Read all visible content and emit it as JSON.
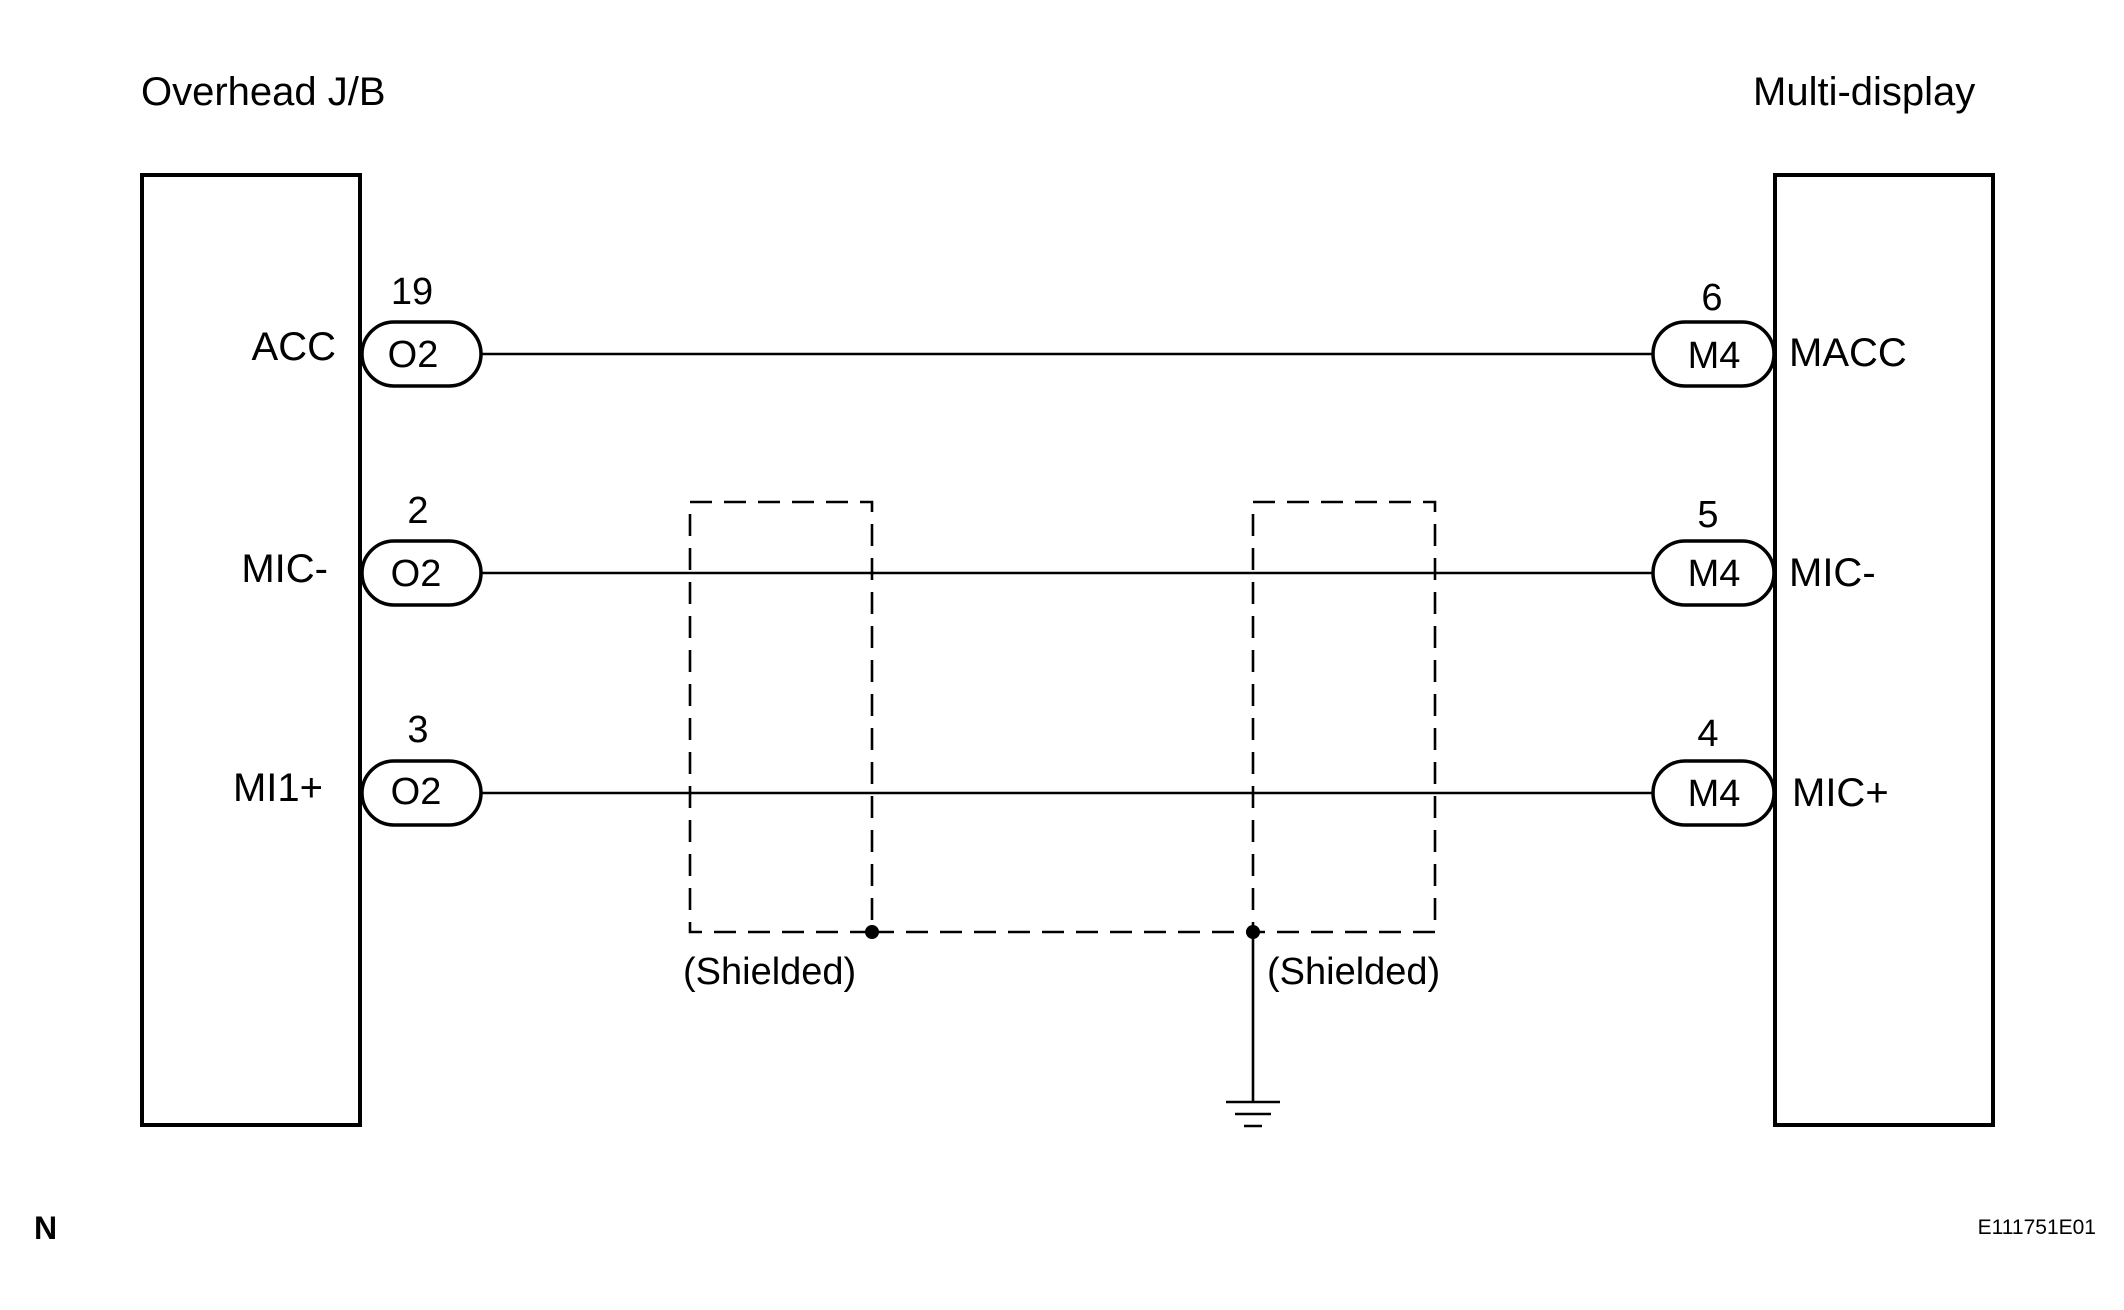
{
  "components": {
    "left": {
      "name": "Overhead J/B"
    },
    "right": {
      "name": "Multi-display"
    }
  },
  "circuits": [
    {
      "left_terminal": "ACC",
      "left_pin": "19",
      "left_connector": "O2",
      "right_terminal": "MACC",
      "right_pin": "6",
      "right_connector": "M4",
      "shielded": false
    },
    {
      "left_terminal": "MIC-",
      "left_pin": "2",
      "left_connector": "O2",
      "right_terminal": "MIC-",
      "right_pin": "5",
      "right_connector": "M4",
      "shielded": true
    },
    {
      "left_terminal": "MI1+",
      "left_pin": "3",
      "left_connector": "O2",
      "right_terminal": "MIC+",
      "right_pin": "4",
      "right_connector": "M4",
      "shielded": true
    }
  ],
  "shields": [
    {
      "label": "(Shielded)"
    },
    {
      "label": "(Shielded)"
    }
  ],
  "ground": {
    "symbol": "ground-icon"
  },
  "footer": {
    "marker": "N",
    "figure_code": "E111751E01"
  }
}
